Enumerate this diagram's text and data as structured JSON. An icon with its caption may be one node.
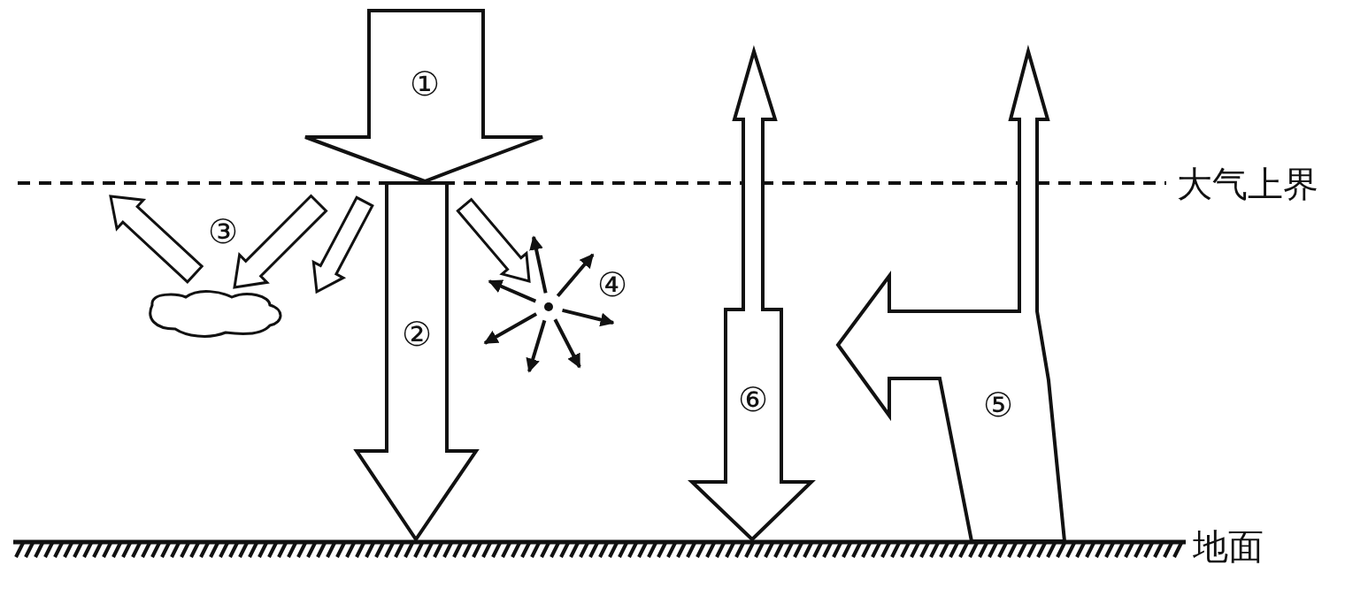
{
  "diagram": {
    "labels": [
      "①",
      "③",
      "④",
      "②",
      "⑥",
      "⑤",
      "大气上界",
      "地面"
    ]
  }
}
